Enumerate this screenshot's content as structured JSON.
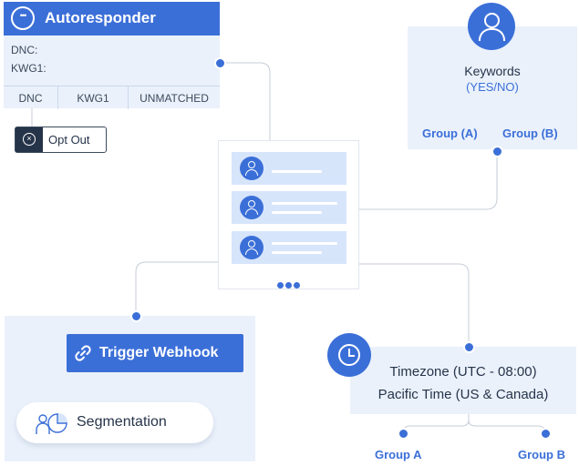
{
  "autoresponder": {
    "title": "Autoresponder",
    "lines": [
      "DNC:",
      "KWG1:"
    ],
    "tabs": [
      "DNC",
      "KWG1",
      "UNMATCHED"
    ]
  },
  "opt_out": {
    "label": "Opt Out"
  },
  "list_card": {
    "rows": 3
  },
  "keywords": {
    "title": "Keywords",
    "subtitle": "(YES/NO)",
    "group_a": "Group (A)",
    "group_b": "Group (B)"
  },
  "webhook": {
    "label": "Trigger Webhook"
  },
  "segmentation": {
    "label": "Segmentation"
  },
  "timezone": {
    "line1": "Timezone (UTC - 08:00)",
    "line2": "Pacific Time (US & Canada)",
    "group_a": "Group A",
    "group_b": "Group B"
  },
  "colors": {
    "accent": "#3b6fd8",
    "panel": "#eaf1fb",
    "dark": "#26344a"
  },
  "icons": [
    "chat-bubble-icon",
    "close-circle-icon",
    "user-icon",
    "link-icon",
    "segmentation-icon",
    "clock-icon"
  ]
}
